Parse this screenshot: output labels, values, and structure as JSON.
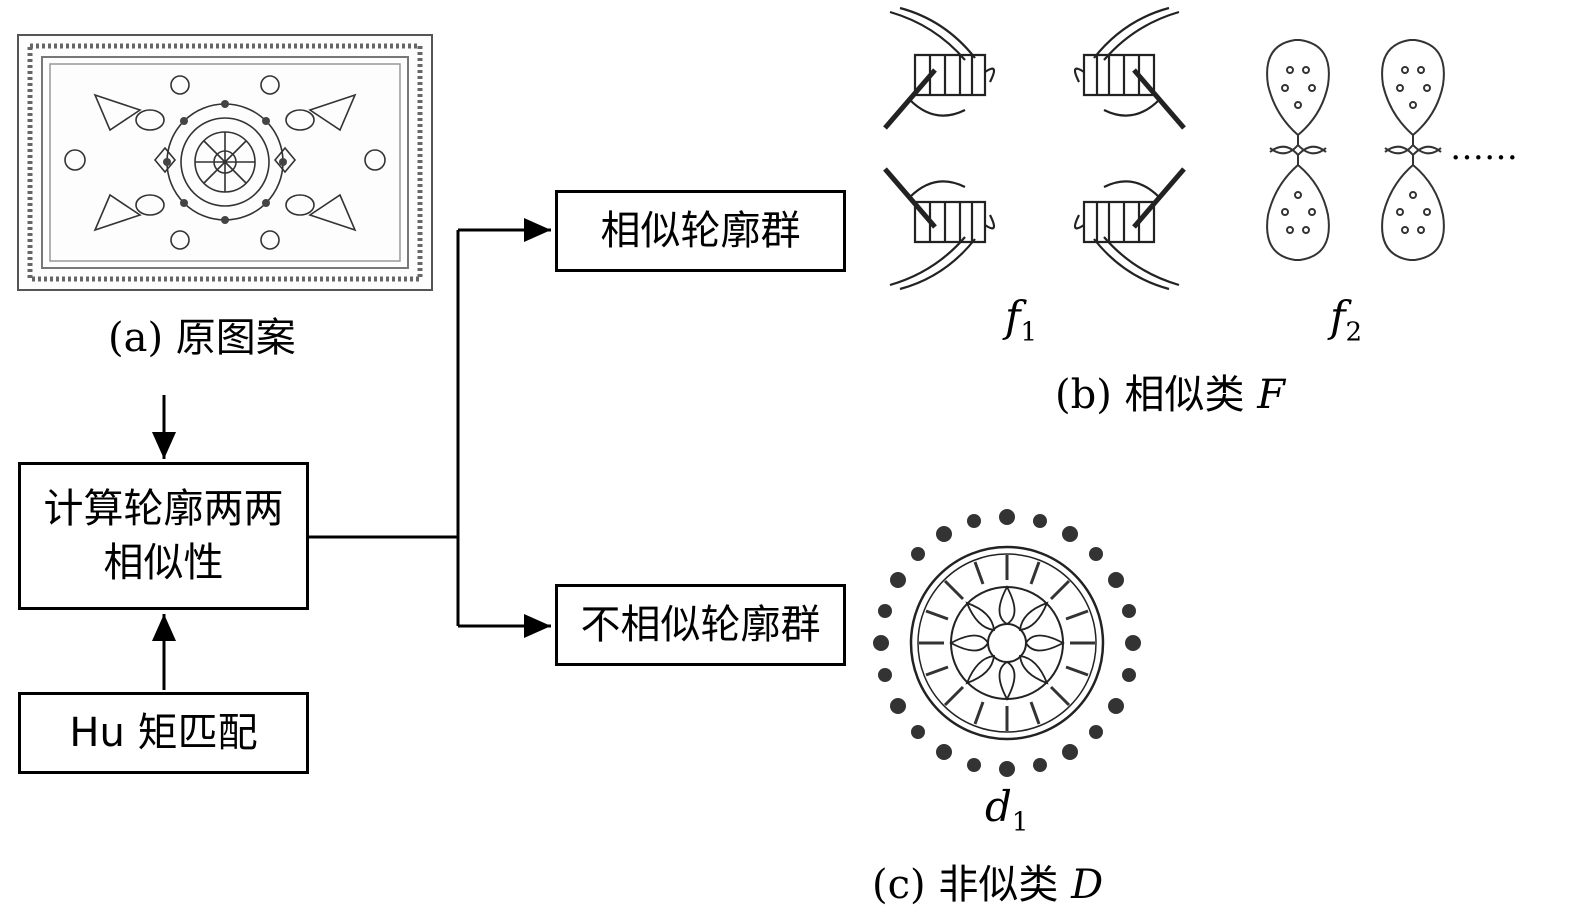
{
  "captions": {
    "a": {
      "prefix": "(a)",
      "text": "原图案"
    },
    "b": {
      "prefix": "(b)",
      "text": "相似类",
      "symbol": "F"
    },
    "c": {
      "prefix": "(c)",
      "text": "非似类",
      "symbol": "D"
    }
  },
  "boxes": {
    "compute": {
      "line1": "计算轮廓两两",
      "line2": "相似性"
    },
    "hu": {
      "text": "Hu 矩匹配"
    },
    "similar": {
      "text": "相似轮廓群"
    },
    "dissimilar": {
      "text": "不相似轮廓群"
    }
  },
  "labels": {
    "f1": {
      "base": "f",
      "sub": "1"
    },
    "f2": {
      "base": "f",
      "sub": "2"
    },
    "d1": {
      "base": "d",
      "sub": "1"
    },
    "ellipsis": "……"
  }
}
